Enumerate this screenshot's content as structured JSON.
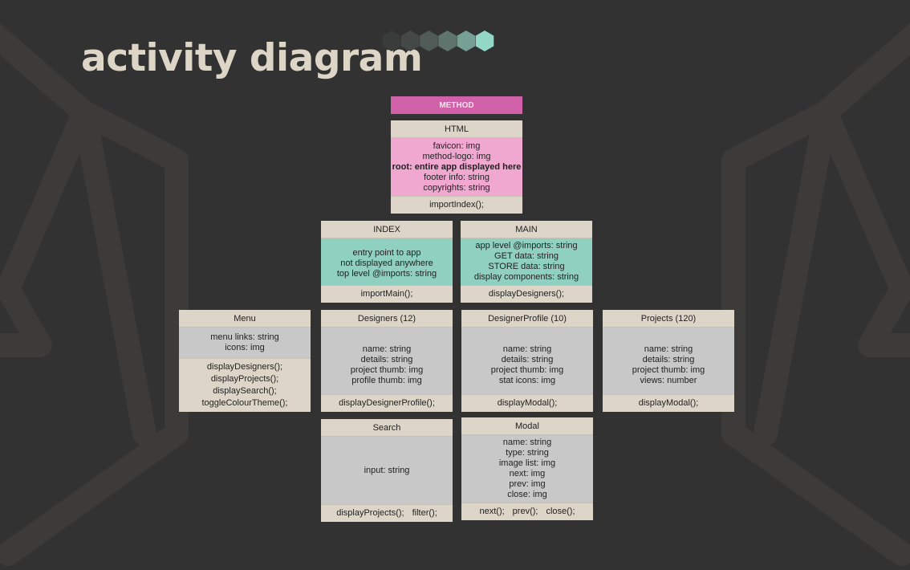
{
  "title": "activity diagram",
  "colors": {
    "background": "#323232",
    "header": "#ddd6c8",
    "grey_body": "#c8c8c8",
    "teal_body": "#8fd0c0",
    "pink_body": "#f0a8d0",
    "method": "#d060a8",
    "hex_colors": [
      "#3a3c3b",
      "#444947",
      "#505b57",
      "#5f746d",
      "#77a094",
      "#93d8c6"
    ]
  },
  "method": {
    "label": "METHOD"
  },
  "html": {
    "title": "HTML",
    "fields": [
      "favicon: img",
      "method-logo: img",
      "root: entire app displayed here",
      "footer info: string",
      "copyrights: string"
    ],
    "methods": [
      "importIndex();"
    ]
  },
  "index": {
    "title": "INDEX",
    "fields": [
      "entry point to app",
      "not displayed anywhere",
      "top level @imports: string"
    ],
    "methods": [
      "importMain();"
    ]
  },
  "main": {
    "title": "MAIN",
    "fields": [
      "app level @imports: string",
      "GET data: string",
      "STORE data: string",
      "display components: string"
    ],
    "methods": [
      "displayDesigners();"
    ]
  },
  "menu": {
    "title": "Menu",
    "fields": [
      "menu links: string",
      "icons: img"
    ],
    "methods": [
      "displayDesigners();",
      "displayProjects();",
      "displaySearch();",
      "toggleColourTheme();"
    ]
  },
  "designers": {
    "title": "Designers (12)",
    "fields": [
      "name: string",
      "details: string",
      "project thumb: img",
      "profile thumb: img"
    ],
    "methods": [
      "displayDesignerProfile();"
    ]
  },
  "designer_profile": {
    "title": "DesignerProfile (10)",
    "fields": [
      "name: string",
      "details: string",
      "project thumb: img",
      "stat icons: img"
    ],
    "methods": [
      "displayModal();"
    ]
  },
  "projects": {
    "title": "Projects (120)",
    "fields": [
      "name: string",
      "details: string",
      "project thumb: img",
      "views: number"
    ],
    "methods": [
      "displayModal();"
    ]
  },
  "search": {
    "title": "Search",
    "fields": [
      "input: string"
    ],
    "methods": [
      "displayProjects();",
      "filter();"
    ]
  },
  "modal": {
    "title": "Modal",
    "fields": [
      "name: string",
      "type: string",
      "image list: img",
      "next: img",
      "prev: img",
      "close: img"
    ],
    "methods": [
      "next();",
      "prev();",
      "close();"
    ]
  }
}
